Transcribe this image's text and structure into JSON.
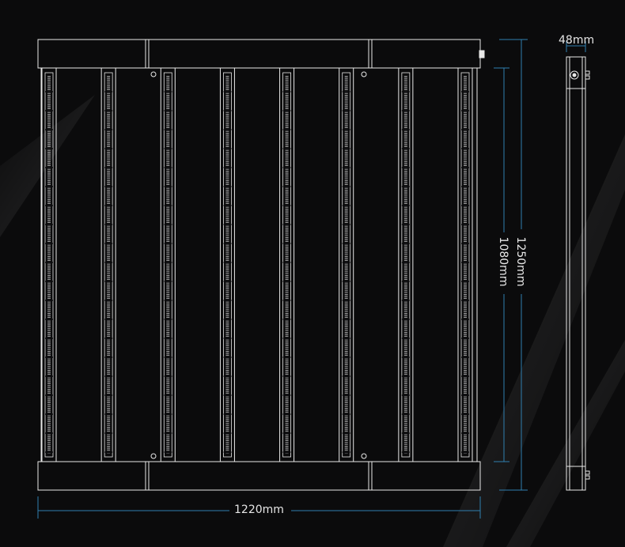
{
  "dimensions": {
    "width": "1220mm",
    "height": "1250mm",
    "light_length": "1080mm",
    "depth": "48mm"
  },
  "colors": {
    "background": "#0b0b0c",
    "line": "#e8e8e8",
    "dimension_line": "#2f7fb0",
    "led_strip": "#9a9a9a"
  },
  "light_bar_count": 8,
  "led_bar_bank_count": 6
}
